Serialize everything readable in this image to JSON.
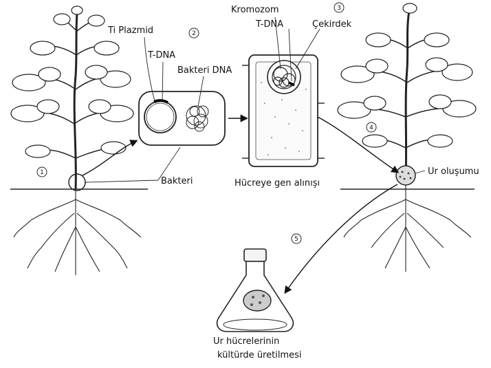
{
  "labels": {
    "ti_plazmid": "Ti Plazmid",
    "tdna_plasmid": "T-DNA",
    "bakteri_dna": "Bakteri DNA",
    "kromozom": "Kromozom",
    "tdna_nucleus": "T-DNA",
    "cekirdek": "Çekirdek",
    "bakteri": "Bakteri",
    "hucreye_gen": "Hücreye gen alınışı",
    "ur_olusumu": "Ur oluşumu",
    "ur_hucre_line1": "Ur hücrelerinin",
    "ur_hucre_line2": "kültürde üretilmesi"
  },
  "steps": [
    "1",
    "2",
    "3",
    "4",
    "5"
  ]
}
